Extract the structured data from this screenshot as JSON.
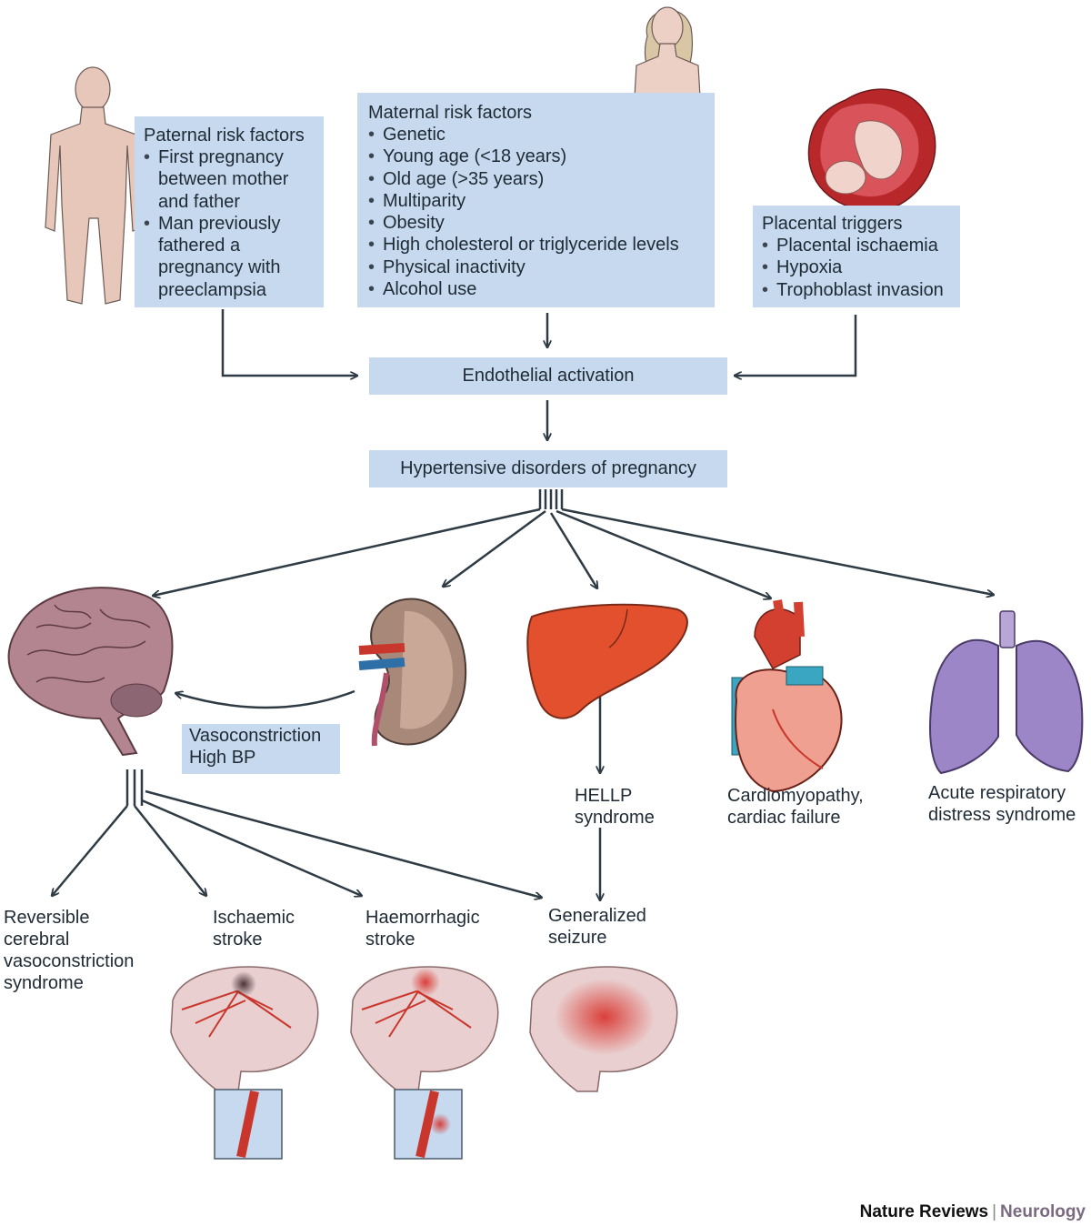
{
  "paternal": {
    "title": "Paternal risk factors",
    "items": [
      "First pregnancy between mother and father",
      "Man previously fathered a pregnancy with preeclampsia"
    ]
  },
  "maternal": {
    "title": "Maternal risk factors",
    "items": [
      "Genetic",
      "Young age (<18 years)",
      "Old age (>35 years)",
      "Multiparity",
      "Obesity",
      "High cholesterol or triglyceride levels",
      "Physical inactivity",
      "Alcohol use"
    ]
  },
  "placental": {
    "title": "Placental triggers",
    "items": [
      "Placental ischaemia",
      "Hypoxia",
      "Trophoblast invasion"
    ]
  },
  "endothelial": "Endothelial activation",
  "hypertensive": "Hypertensive disorders of pregnancy",
  "vasoconstriction": "Vasoconstriction\nHigh BP",
  "hellp": "HELLP\nsyndrome",
  "cardio": "Cardiomyopathy,\ncardiac failure",
  "ards": "Acute respiratory\ndistress syndrome",
  "rcvs": "Reversible\ncerebral\nvasoconstriction\nsyndrome",
  "ischaemic": "Ischaemic\nstroke",
  "haemorrhagic": "Haemorrhagic\nstroke",
  "seizure": "Generalized\nseizure",
  "brand": {
    "part1": "Nature Reviews",
    "sep": "|",
    "part2": "Neurology"
  },
  "colors": {
    "box": "#c6d9ee",
    "arrow": "#2f3b44",
    "skin": "#e8c7bb",
    "brain": "#b38590",
    "vessel": "#c8362c"
  }
}
